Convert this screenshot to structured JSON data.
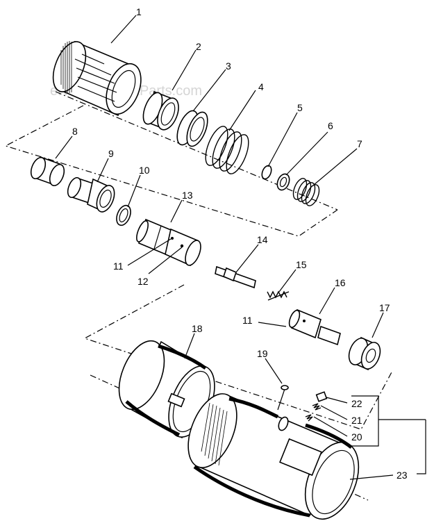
{
  "watermark": "eReplacementParts.com",
  "callouts": {
    "p1": "1",
    "p2": "2",
    "p3": "3",
    "p4": "4",
    "p5": "5",
    "p6": "6",
    "p7": "7",
    "p8": "8",
    "p9": "9",
    "p10": "10",
    "p11a": "11",
    "p12": "12",
    "p13": "13",
    "p14": "14",
    "p15": "15",
    "p16": "16",
    "p11b": "11",
    "p17": "17",
    "p18": "18",
    "p19": "19",
    "p22": "22",
    "p21": "21",
    "p20": "20",
    "p23": "23"
  }
}
